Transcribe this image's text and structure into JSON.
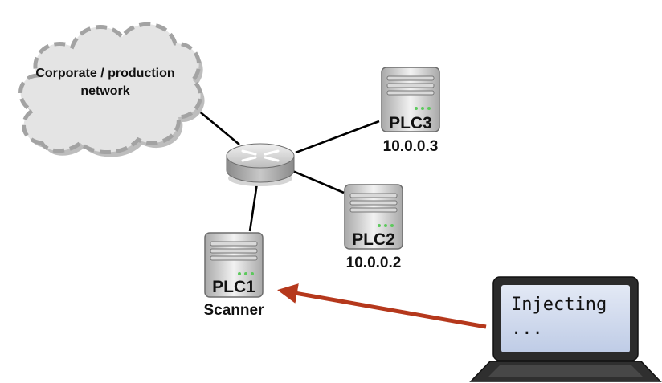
{
  "cloud": {
    "label_line1": "Corporate / production",
    "label_line2": "network"
  },
  "nodes": {
    "plc1": {
      "id": "PLC1",
      "caption": "Scanner"
    },
    "plc2": {
      "id": "PLC2",
      "caption": "10.0.0.2"
    },
    "plc3": {
      "id": "PLC3",
      "caption": "10.0.0.3"
    }
  },
  "laptop": {
    "screen_line1": "Injecting",
    "screen_line2": "..."
  },
  "colors": {
    "attack_arrow": "#b5381c",
    "link": "#000000",
    "cloud_fill": "#e4e4e4",
    "screen": "#cfd9ec"
  }
}
